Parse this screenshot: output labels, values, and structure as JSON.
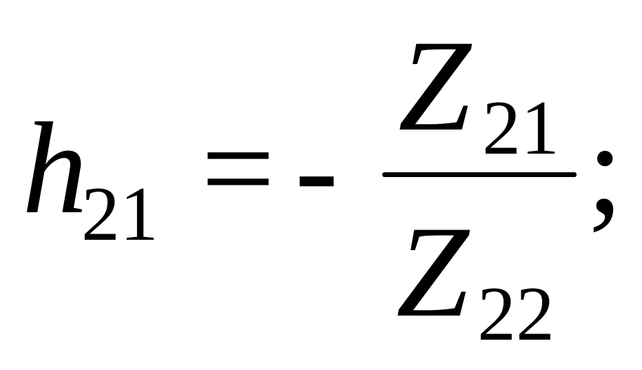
{
  "formula": {
    "lhs": {
      "variable": "h",
      "subscript": "21"
    },
    "equals": "=",
    "minus": "-",
    "fraction": {
      "numerator": {
        "variable": "Z",
        "subscript": "21"
      },
      "denominator": {
        "variable": "Z",
        "subscript": "22"
      }
    },
    "terminator": ";"
  }
}
